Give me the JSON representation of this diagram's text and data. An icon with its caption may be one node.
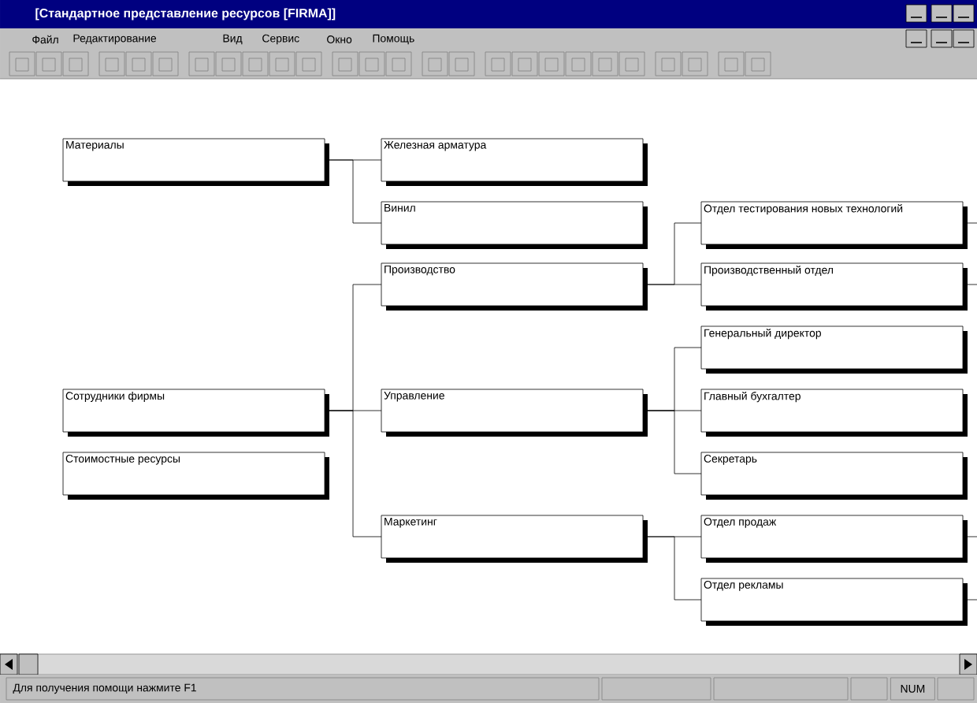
{
  "diagram": {
    "title": "[Стандартное представление ресурсов [FIRMA]]",
    "nodes": [
      {
        "text": [
          "Материалы"
        ]
      },
      {
        "text": [
          "Железная арматура"
        ]
      },
      {
        "text": [
          "Винил"
        ]
      },
      {
        "text": [
          "Сотрудники фирмы"
        ]
      },
      {
        "text": [
          "Производство"
        ]
      },
      {
        "text": [
          "Отдел тестирования новых технологий"
        ]
      },
      {
        "text": [
          "Производственный отдел"
        ]
      },
      {
        "text": [
          "Управление"
        ]
      },
      {
        "text": [
          "Генеральный директор"
        ]
      },
      {
        "text": [
          "Главный бухгалтер"
        ]
      },
      {
        "text": [
          "Секретарь"
        ]
      },
      {
        "text": [
          "Маркетинг"
        ]
      },
      {
        "text": [
          "Отдел продаж"
        ]
      },
      {
        "text": [
          "Отдел рекламы"
        ]
      },
      {
        "text": [
          "Стоимостные ресурсы"
        ]
      }
    ],
    "edges": [
      {
        "from": 0,
        "to": 1,
        "arrow": "none"
      },
      {
        "from": 0,
        "to": 2,
        "arrow": "none"
      },
      {
        "from": 3,
        "to": 4,
        "arrow": "none"
      },
      {
        "from": 3,
        "to": 7,
        "arrow": "none"
      },
      {
        "from": 3,
        "to": 11,
        "arrow": "none"
      },
      {
        "from": 4,
        "to": 5,
        "arrow": "none"
      },
      {
        "from": 4,
        "to": 6,
        "arrow": "none"
      },
      {
        "from": 7,
        "to": 8,
        "arrow": "none"
      },
      {
        "from": 7,
        "to": 9,
        "arrow": "none"
      },
      {
        "from": 7,
        "to": 10,
        "arrow": "none"
      },
      {
        "from": 11,
        "to": 12,
        "arrow": "none"
      },
      {
        "from": 11,
        "to": 13,
        "arrow": "none"
      },
      {
        "from": 5,
        "to": null,
        "arrow": "none"
      },
      {
        "from": 6,
        "to": null,
        "arrow": "none"
      },
      {
        "from": 12,
        "to": null,
        "arrow": "none"
      },
      {
        "from": 13,
        "to": null,
        "arrow": "none"
      }
    ],
    "labels": [
      "Файл",
      "Редактирование",
      "Вид",
      "Сервис",
      "Окно",
      "Помощь",
      "Для получения помощи нажмите F1",
      "NUM"
    ]
  }
}
